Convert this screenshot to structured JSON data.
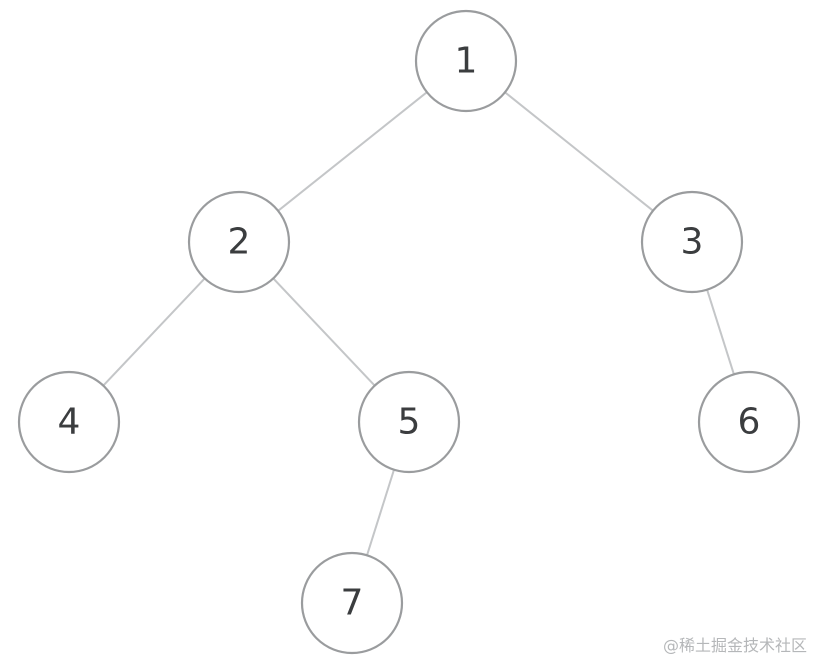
{
  "tree": {
    "nodes": [
      {
        "id": "1",
        "label": "1",
        "parent": null
      },
      {
        "id": "2",
        "label": "2",
        "parent": "1"
      },
      {
        "id": "3",
        "label": "3",
        "parent": "1"
      },
      {
        "id": "4",
        "label": "4",
        "parent": "2"
      },
      {
        "id": "5",
        "label": "5",
        "parent": "2"
      },
      {
        "id": "6",
        "label": "6",
        "parent": "3"
      },
      {
        "id": "7",
        "label": "7",
        "parent": "5"
      }
    ],
    "edges": [
      [
        "1",
        "2"
      ],
      [
        "1",
        "3"
      ],
      [
        "2",
        "4"
      ],
      [
        "2",
        "5"
      ],
      [
        "3",
        "6"
      ],
      [
        "5",
        "7"
      ]
    ]
  },
  "watermark": "@稀土掘金技术社区",
  "colors": {
    "node_stroke": "#9a9c9e",
    "edge": "#c4c6c8",
    "label": "#3b3d3f"
  }
}
